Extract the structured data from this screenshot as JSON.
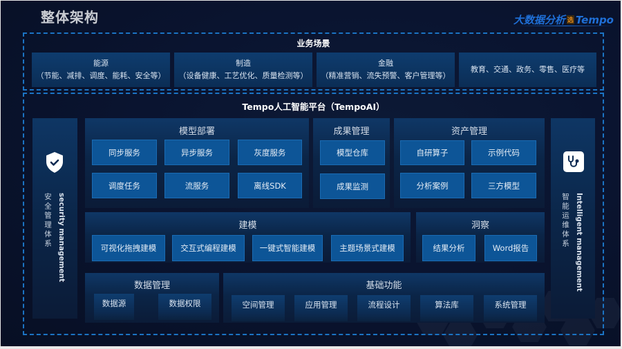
{
  "header": {
    "title": "整体架构",
    "logo": {
      "prefix": "大数据分析",
      "mark": "选",
      "brand": "Tempo"
    }
  },
  "business": {
    "label": "业务场景",
    "cards": [
      {
        "title": "能源",
        "detail": "（节能、减排、调度、能耗、安全等）"
      },
      {
        "title": "制造",
        "detail": "（设备健康、工艺优化、质量检测等）"
      },
      {
        "title": "金融",
        "detail": "（精准营销、流失预警、客户管理等）"
      },
      {
        "title": "教育、交通、政务、零售、医疗等",
        "detail": ""
      }
    ]
  },
  "platform": {
    "label": "Tempo人工智能平台（TempoAI）",
    "left_panel": {
      "icon": "shield-check-icon",
      "zh": "安全管理体系",
      "en": "security management"
    },
    "right_panel": {
      "icon": "stethoscope-icon",
      "zh": "智能运维体系",
      "en": "Intelligent management"
    },
    "deploy": {
      "title": "模型部署",
      "items": [
        "同步服务",
        "异步服务",
        "灰度服务",
        "调度任务",
        "流服务",
        "离线SDK"
      ]
    },
    "results": {
      "title": "成果管理",
      "items": [
        "模型仓库",
        "成果监测"
      ]
    },
    "assets": {
      "title": "资产管理",
      "items": [
        "自研算子",
        "示例代码",
        "分析案例",
        "三方模型"
      ]
    },
    "modeling": {
      "title": "建模",
      "items": [
        "可视化拖拽建模",
        "交互式编程建模",
        "一键式智能建模",
        "主题场景式建模"
      ]
    },
    "insight": {
      "title": "洞察",
      "items": [
        "结果分析",
        "Word报告"
      ]
    },
    "data_mgmt": {
      "title": "数据管理",
      "items": [
        "数据源",
        "数据权限"
      ]
    },
    "basic": {
      "title": "基础功能",
      "items": [
        "空间管理",
        "应用管理",
        "流程设计",
        "算法库",
        "系统管理"
      ]
    }
  },
  "colors": {
    "background": "#0a1430",
    "dash_border": "#1b74c4",
    "button_fill": "#0d5597",
    "panel_fill": "#0f3766",
    "logo_blue": "#1f6fd6",
    "logo_orange": "#e28a1e"
  }
}
